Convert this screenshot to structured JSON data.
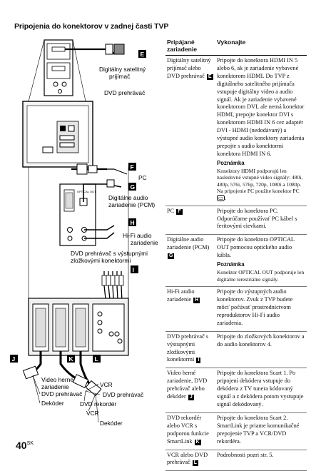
{
  "page": {
    "title": "Pripojenia do konektorov v zadnej časti TVP",
    "page_number": "40",
    "page_suffix": "SK"
  },
  "diagram": {
    "tags": [
      "E",
      "F",
      "G",
      "H",
      "I",
      "J",
      "K",
      "L"
    ],
    "labels": {
      "satellite_l1": "Digitálny satelitný",
      "satellite_l2": "prijímač",
      "dvd_player": "DVD prehrávač",
      "pc": "PC",
      "optical_l1": "Digitálne audio",
      "optical_l2": "zariadenie (PCM)",
      "hifi_l1": "Hi-Fi audio",
      "hifi_l2": "zariadenie",
      "dvd_comp_l1": "DVD prehrávač s výstupnými",
      "dvd_comp_l2": "zložkovými konektormi",
      "vg_l1": "Video herné",
      "vg_l2": "zariadenie",
      "vg_dvd": "DVD prehrávač",
      "vg_decoder": "Dekóder",
      "k_vcr": "VCR",
      "k_dvd": "DVD prehrávač",
      "k_recorder": "DVD rekordér",
      "l_vcr": "VCR",
      "l_decoder": "Dekóder",
      "optical_port": "OPTICAL OUT"
    }
  },
  "table": {
    "headers": [
      "Pripájané zariadenie",
      "Vykonajte"
    ],
    "rows": [
      {
        "device": "Digitálny satelitný prijímač alebo DVD prehrávač",
        "tag": "E",
        "action": "Pripojte do konektora HDMI IN 5 alebo 6, ak je zariadenie vybavené konektorom HDMI. Do TVP z digitálneho satelitného prijímača vstupuje digitálny video a audio signál. Ak je zariadenie vybavené konektorom DVI, ale nemá konektor HDMI, prepojte konektor DVI s konektorom HDMI IN 6 cez adaptér DVI - HDMI (nedodávaný) a výstupné audio konektory zariadenia prepojte s audio konektormi konektora HDMI IN 6.",
        "note_title": "Poznámka",
        "note": "Konektory HDMI podporujú len nasledovné vstupné video signály: 480i, 480p, 576i, 576p, 720p, 1080i a 1080p. Na pripojenie PC použite konektor PC"
      },
      {
        "device": "PC",
        "tag": "F",
        "action": "Pripojte do konektora PC. Odporúčame používať PC kábel s feritovými cievkami."
      },
      {
        "device": "Digitálne audio zariadenie (PCM)",
        "tag": "G",
        "action": "Pripojte do konektora OPTICAL OUT pomocou optického audio kábla.",
        "note_title": "Poznámka",
        "note": "Konektor OPTICAL OUT podporuje len digitálne terestriálne signály."
      },
      {
        "device": "Hi-Fi audio zariadenie",
        "tag": "H",
        "action": "Pripojte do výstupných audio konektorov. Zvuk z TVP budete môcť počúvať prostredníctvom reproduktorov Hi-Fi audio zariadenia."
      },
      {
        "device": "DVD prehrávač s výstupnými zložkovými konektormi",
        "tag": "I",
        "action": "Pripojte do zložkových konektorov a do audio konektorov 4."
      },
      {
        "device": "Video herné zariadenie, DVD prehrávač alebo dekóder",
        "tag": "J",
        "action": "Pripojte do konektora Scart 1. Po pripojení dekódera vstupuje do dekódera z TV tunera kódovaný signál a z dekódera potom vystupuje signál dekódovaný."
      },
      {
        "device": "DVD rekordér alebo VCR s podporou funkcie SmartLink",
        "tag": "K",
        "action": "Pripojte do konektora Scart 2. SmartLink je priame komunikačné prepojenie TVP a VCR/DVD rekordéra."
      },
      {
        "device": "VCR alebo DVD prehrávač",
        "tag": "L",
        "action": "Podrobnosti pozri str. 5."
      }
    ]
  }
}
